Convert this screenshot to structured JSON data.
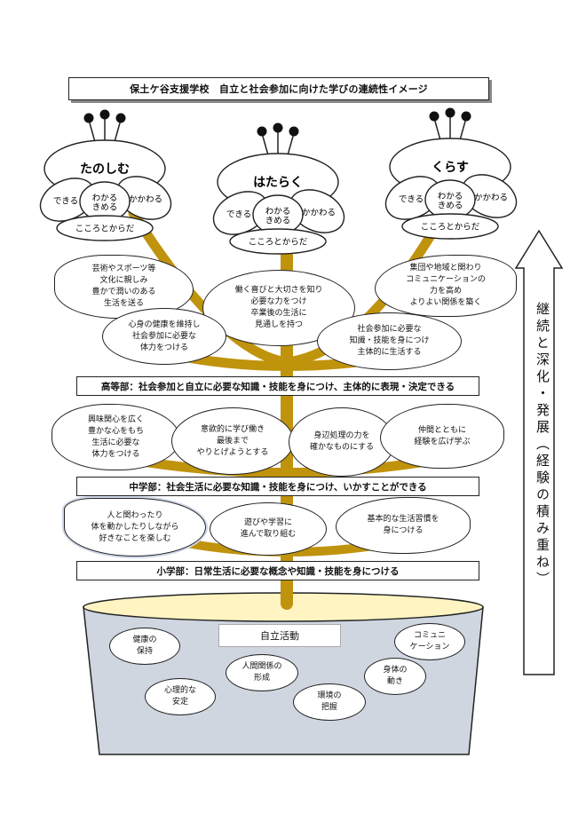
{
  "title": "保土ケ谷支援学校　自立と社会参加に向けた学びの連続性イメージ",
  "flowers": [
    {
      "name": "たのしむ",
      "petals": [
        "できる",
        "わかる\nきめる",
        "かかわる",
        "こころとからだ"
      ]
    },
    {
      "name": "はたらく",
      "petals": [
        "できる",
        "わかる\nきめる",
        "かかわる",
        "こころとからだ"
      ]
    },
    {
      "name": "くらす",
      "petals": [
        "できる",
        "わかる\nきめる",
        "かかわる",
        "こころとからだ"
      ]
    }
  ],
  "high_school": {
    "band": "高等部：社会参加と自立に必要な知識・技能を身につけ、主体的に表現・決定できる",
    "leaves": [
      "芸術やスポーツ等\n文化に親しみ\n豊かで潤いのある\n生活を送る",
      "働く喜びと大切さを知り\n必要な力をつけ\n卒業後の生活に\n見通しを持つ",
      "集団や地域と関わり\nコミュニケーションの\n力を高め\nよりよい関係を築く",
      "心身の健康を維持し\n社会参加に必要な\n体力をつける",
      "社会参加に必要な\n知識・技能を身につけ\n主体的に生活する"
    ]
  },
  "junior_high": {
    "band": "中学部：社会生活に必要な知識・技能を身につけ、いかすことができる",
    "leaves": [
      "興味関心を広く\n豊かな心をもち\n生活に必要な\n体力をつける",
      "意欲的に学び働き\n最後まで\nやりとげようとする",
      "身辺処理の力を\n確かなものにする",
      "仲間とともに\n経験を広げ学ぶ"
    ]
  },
  "elementary": {
    "band": "小学部：日常生活に必要な概念や知識・技能を身につける",
    "leaves": [
      "人と関わったり\n体を動かしたりしながら\n好きなことを楽しむ",
      "遊びや学習に\n進んで取り組む",
      "基本的な生活習慣を\n身につける"
    ]
  },
  "pot": {
    "label": "自立活動",
    "items": [
      "健康の\n保持",
      "コミュニ\nケーション",
      "人間関係の\n形成",
      "身体の\n動き",
      "心理的な\n安定",
      "環境の\n把握"
    ]
  },
  "arrow_text": "継続と深化・発展（経験の積み重ね）",
  "colors": {
    "stem": "#C0930C",
    "soil": "#FFF4C2",
    "pot": "#CFD6E0"
  }
}
